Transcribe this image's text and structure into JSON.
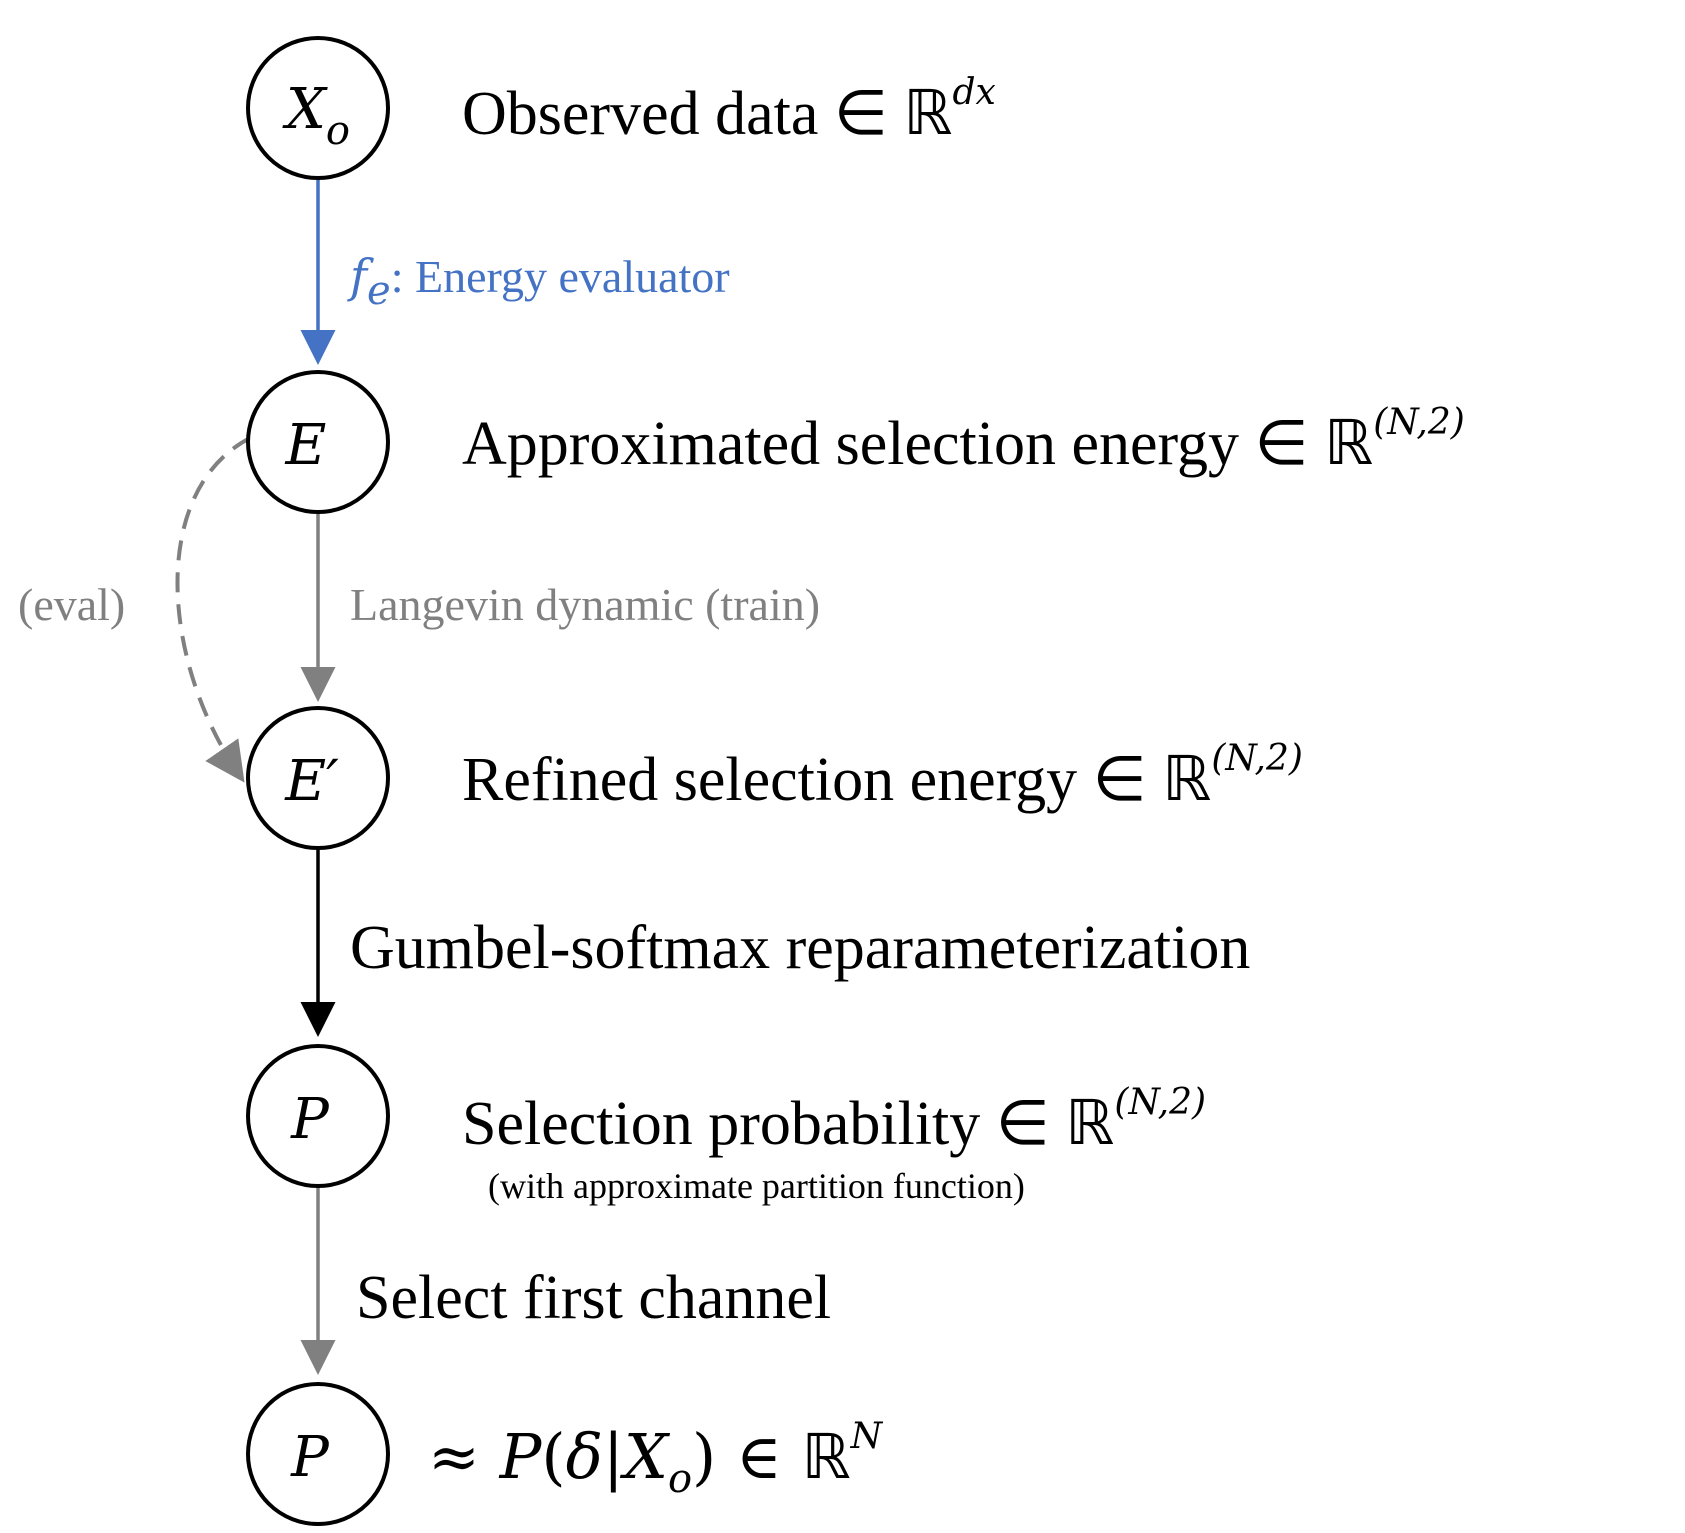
{
  "colors": {
    "blue": "#4472c4",
    "gray": "#808080",
    "black": "#000000"
  },
  "nodes": [
    {
      "id": "x0",
      "symbol": "X",
      "subscript": "o",
      "prime": ""
    },
    {
      "id": "e",
      "symbol": "E",
      "subscript": "",
      "prime": ""
    },
    {
      "id": "eprime",
      "symbol": "E",
      "subscript": "",
      "prime": "′"
    },
    {
      "id": "p1",
      "symbol": "P",
      "subscript": "",
      "prime": ""
    },
    {
      "id": "p2",
      "symbol": "P",
      "subscript": "",
      "prime": ""
    }
  ],
  "node_labels": {
    "observed": {
      "text": "Observed data ∈ ",
      "set": "ℝ",
      "power": "dx"
    },
    "approx": {
      "text": "Approximated selection energy ∈ ",
      "set": "ℝ",
      "power": "(N,2)"
    },
    "refined": {
      "text": "Refined selection energy ∈ ",
      "set": "ℝ",
      "power": "(N,2)"
    },
    "selprob": {
      "text": "Selection probability ∈ ",
      "set": "ℝ",
      "power": "(N,2)",
      "note": "(with approximate partition function)"
    },
    "final": {
      "prefix": "≈ ",
      "func": "P",
      "open": "(",
      "delta": "δ",
      "bar": "|",
      "given": "X",
      "given_sub": "o",
      "close": ")",
      "in": " ∈ ",
      "set": "ℝ",
      "power": "N"
    }
  },
  "edge_labels": {
    "energy_eval_symbol": "f",
    "energy_eval_sub": "e",
    "energy_eval_text": ": Energy evaluator",
    "langevin": "Langevin dynamic (train)",
    "eval": "(eval)",
    "gumbel": "Gumbel-softmax reparameterization",
    "select": "Select first channel"
  }
}
